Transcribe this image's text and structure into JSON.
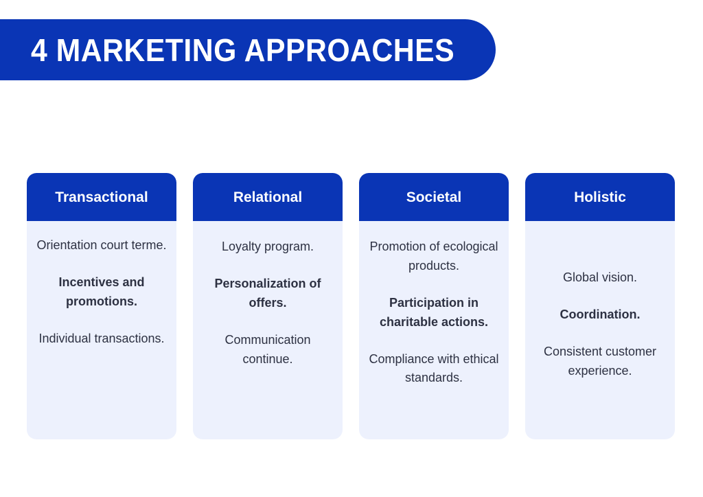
{
  "banner": {
    "title": "4 MARKETING APPROACHES"
  },
  "colors": {
    "brand_blue": "#0A35B5",
    "card_body_bg": "#EDF1FD",
    "body_text": "#2D3142",
    "header_text": "#FFFFFF",
    "page_bg": "#FFFFFF"
  },
  "cards": [
    {
      "title": "Transactional",
      "paragraphs": [
        {
          "text": "Orientation court terme.",
          "bold": false
        },
        {
          "text": "Incentives and promotions.",
          "bold": true
        },
        {
          "text": "Individual transactions.",
          "bold": false
        }
      ]
    },
    {
      "title": "Relational",
      "paragraphs": [
        {
          "text": "Loyalty program.",
          "bold": false
        },
        {
          "text": "Personalization of offers.",
          "bold": true
        },
        {
          "text": "Communication continue.",
          "bold": false
        }
      ]
    },
    {
      "title": "Societal",
      "paragraphs": [
        {
          "text": "Promotion of ecological products.",
          "bold": false
        },
        {
          "text": "Participation in charitable actions.",
          "bold": true
        },
        {
          "text": "Compliance with ethical standards.",
          "bold": false
        }
      ]
    },
    {
      "title": "Holistic",
      "paragraphs": [
        {
          "text": "Global vision.",
          "bold": false
        },
        {
          "text": "Coordination.",
          "bold": true
        },
        {
          "text": "Consistent customer experience.",
          "bold": false
        }
      ]
    }
  ]
}
